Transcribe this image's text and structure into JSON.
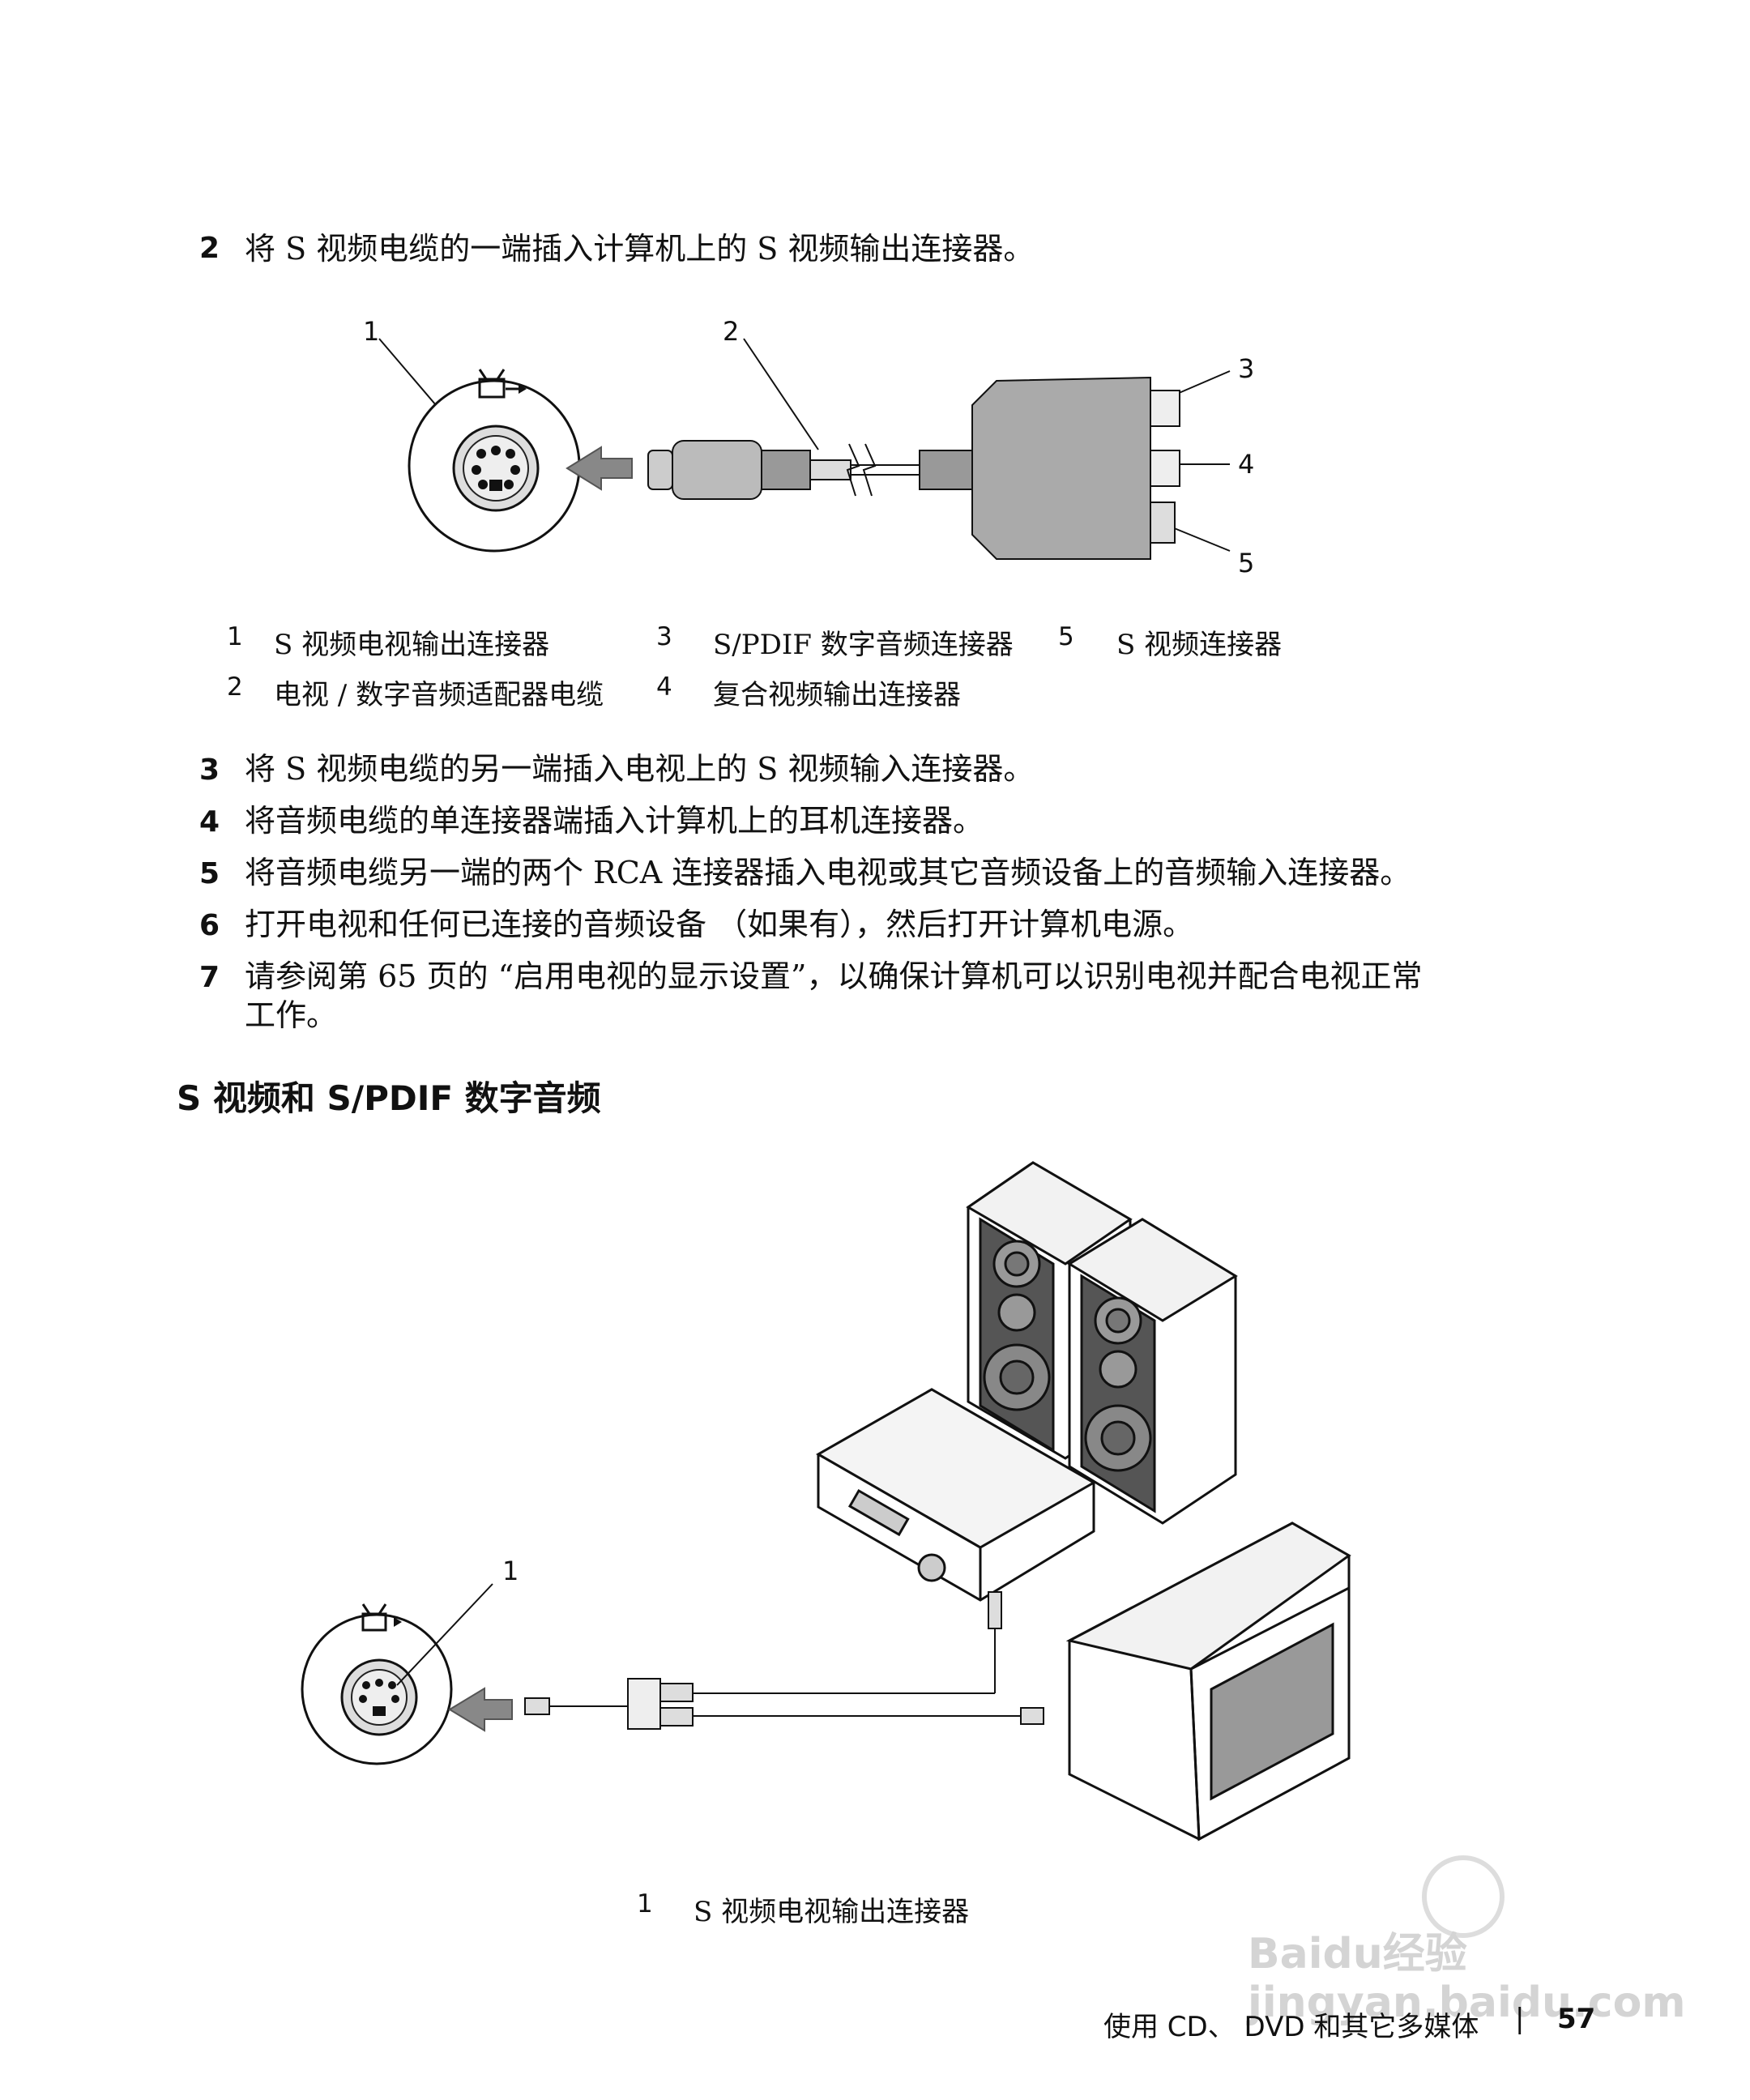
{
  "steps": [
    {
      "num": "2",
      "text": "将 S 视频电缆的一端插入计算机上的 S 视频输出连接器。"
    },
    {
      "num": "3",
      "text": "将 S 视频电缆的另一端插入电视上的 S 视频输入连接器。"
    },
    {
      "num": "4",
      "text": "将音频电缆的单连接器端插入计算机上的耳机连接器。"
    },
    {
      "num": "5",
      "text": "将音频电缆另一端的两个 RCA 连接器插入电视或其它音频设备上的音频输入连接器。"
    },
    {
      "num": "6",
      "text": "打开电视和任何已连接的音频设备 （如果有），然后打开计算机电源。"
    },
    {
      "num": "7",
      "text": "请参阅第 65 页的 “启用电视的显示设置”，以确保计算机可以识别电视并配合电视正常",
      "text2": "工作。"
    }
  ],
  "figure1": {
    "callouts": [
      "1",
      "2",
      "3",
      "4",
      "5"
    ],
    "legend": [
      {
        "num": "1",
        "label": "S 视频电视输出连接器"
      },
      {
        "num": "2",
        "label": "电视 / 数字音频适配器电缆"
      },
      {
        "num": "3",
        "label": "S/PDIF 数字音频连接器"
      },
      {
        "num": "4",
        "label": "复合视频输出连接器"
      },
      {
        "num": "5",
        "label": "S 视频连接器"
      }
    ]
  },
  "section_heading": "S 视频和 S/PDIF 数字音频",
  "figure2": {
    "callouts": [
      "1"
    ],
    "legend": [
      {
        "num": "1",
        "label": "S 视频电视输出连接器"
      }
    ]
  },
  "footer": {
    "chapter": "使用 CD、 DVD 和其它多媒体",
    "separator": "|",
    "page_number": "57"
  },
  "watermark": "Baidu经验 jingyan.baidu.com"
}
